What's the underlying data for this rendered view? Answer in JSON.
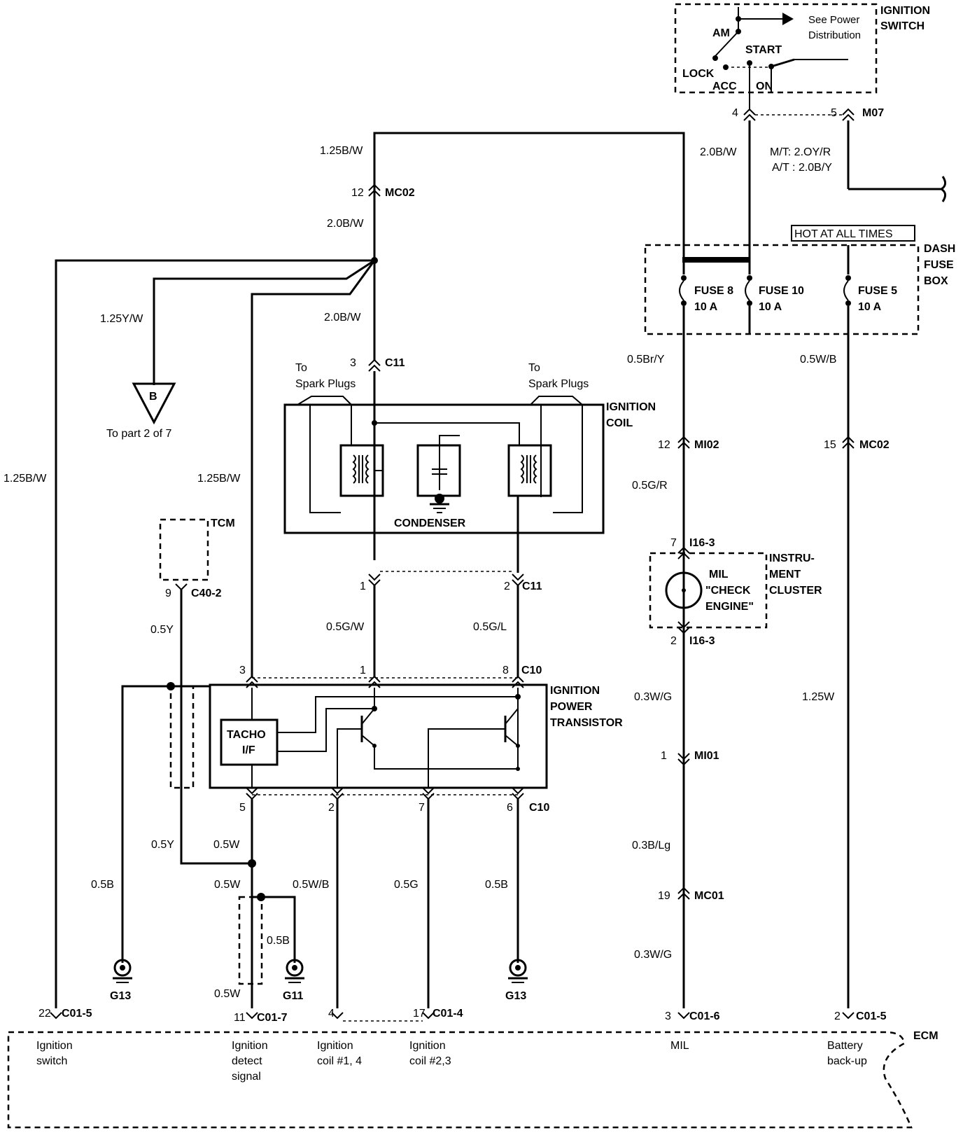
{
  "ignition_switch": {
    "title1": "IGNITION",
    "title2": "SWITCH",
    "am": "AM",
    "lock": "LOCK",
    "acc": "ACC",
    "on": "ON",
    "start": "START",
    "see_power1": "See Power",
    "see_power2": "Distribution",
    "pin4": "4",
    "pin5": "5",
    "conn": "M07"
  },
  "wires": {
    "top_125bw": "1.25B/W",
    "mc02_pin": "12",
    "mc02": "MC02",
    "w20bw_a": "2.0B/W",
    "w20bw_b": "2.0B/W",
    "w20bw_c": "2.0B/W",
    "mt": "M/T: 2.OY/R",
    "at": "A/T : 2.0B/Y",
    "w125yw": "1.25Y/W",
    "c11_pin3": "3",
    "c11": "C11",
    "left_125bw": "1.25B/W",
    "mid_125bw": "1.25B/W",
    "w05bry": "0.5Br/Y",
    "w05wb": "0.5W/B",
    "mi02_pin": "12",
    "mi02": "MI02",
    "mc02b_pin": "15",
    "mc02b": "MC02",
    "w05gr": "0.5G/R",
    "i163_top_pin": "7",
    "i163_top": "I16-3",
    "i163_bot_pin": "2",
    "i163_bot": "I16-3",
    "w03wg_a": "0.3W/G",
    "w125w": "1.25W",
    "mi01_pin": "1",
    "mi01": "MI01",
    "w03blg": "0.3B/Lg",
    "mc01_pin": "19",
    "mc01": "MC01",
    "w03wg_b": "0.3W/G"
  },
  "offpage": {
    "letter": "B",
    "text": "To part 2 of 7"
  },
  "fuse_box": {
    "hot": "HOT AT ALL TIMES",
    "title1": "DASH",
    "title2": "FUSE",
    "title3": "BOX",
    "fuse8": "FUSE 8",
    "fuse8_a": "10 A",
    "fuse10": "FUSE 10",
    "fuse10_a": "10 A",
    "fuse5": "FUSE 5",
    "fuse5_a": "10 A"
  },
  "coil": {
    "to1": "To",
    "spark1": "Spark Plugs",
    "to2": "To",
    "spark2": "Spark Plugs",
    "title1": "IGNITION",
    "title2": "COIL",
    "condenser": "CONDENSER"
  },
  "tcm": {
    "label": "TCM",
    "pin": "9",
    "conn": "C40-2",
    "wire": "0.5Y"
  },
  "c11b": {
    "pin1": "1",
    "pin2": "2",
    "conn": "C11",
    "w1": "0.5G/W",
    "w2": "0.5G/L"
  },
  "transistor": {
    "pin3": "3",
    "pin1": "1",
    "pin8": "8",
    "conn_top": "C10",
    "title1": "IGNITION",
    "title2": "POWER",
    "title3": "TRANSISTOR",
    "tacho1": "TACHO",
    "tacho2": "I/F",
    "pin5": "5",
    "pin2": "2",
    "pin7": "7",
    "pin6": "6",
    "conn_bot": "C10"
  },
  "mil": {
    "line1": "MIL",
    "line2": "\"CHECK",
    "line3": "ENGINE\"",
    "ic1": "INSTRU-",
    "ic2": "MENT",
    "ic3": "CLUSTER"
  },
  "lower": {
    "y_a": "0.5Y",
    "w05w_a": "0.5W",
    "b05_a": "0.5B",
    "w05w_b": "0.5W",
    "wb05": "0.5W/B",
    "g05": "0.5G",
    "b05_b": "0.5B",
    "b05_c": "0.5B",
    "w05w_c": "0.5W",
    "g13a": "G13",
    "g11": "G11",
    "g13b": "G13"
  },
  "ecm": {
    "title": "ECM",
    "p22": "22",
    "c015a": "C01-5",
    "p11": "11",
    "c017": "C01-7",
    "p4": "4",
    "p17": "17",
    "c014": "C01-4",
    "p3": "3",
    "c016": "C01-6",
    "p2": "2",
    "c015b": "C01-5",
    "ign_sw1": "Ignition",
    "ign_sw2": "switch",
    "ign_det1": "Ignition",
    "ign_det2": "detect",
    "ign_det3": "signal",
    "coil14_1": "Ignition",
    "coil14_2": "coil #1, 4",
    "coil23_1": "Ignition",
    "coil23_2": "coil #2,3",
    "mil": "MIL",
    "batt1": "Battery",
    "batt2": "back-up"
  }
}
